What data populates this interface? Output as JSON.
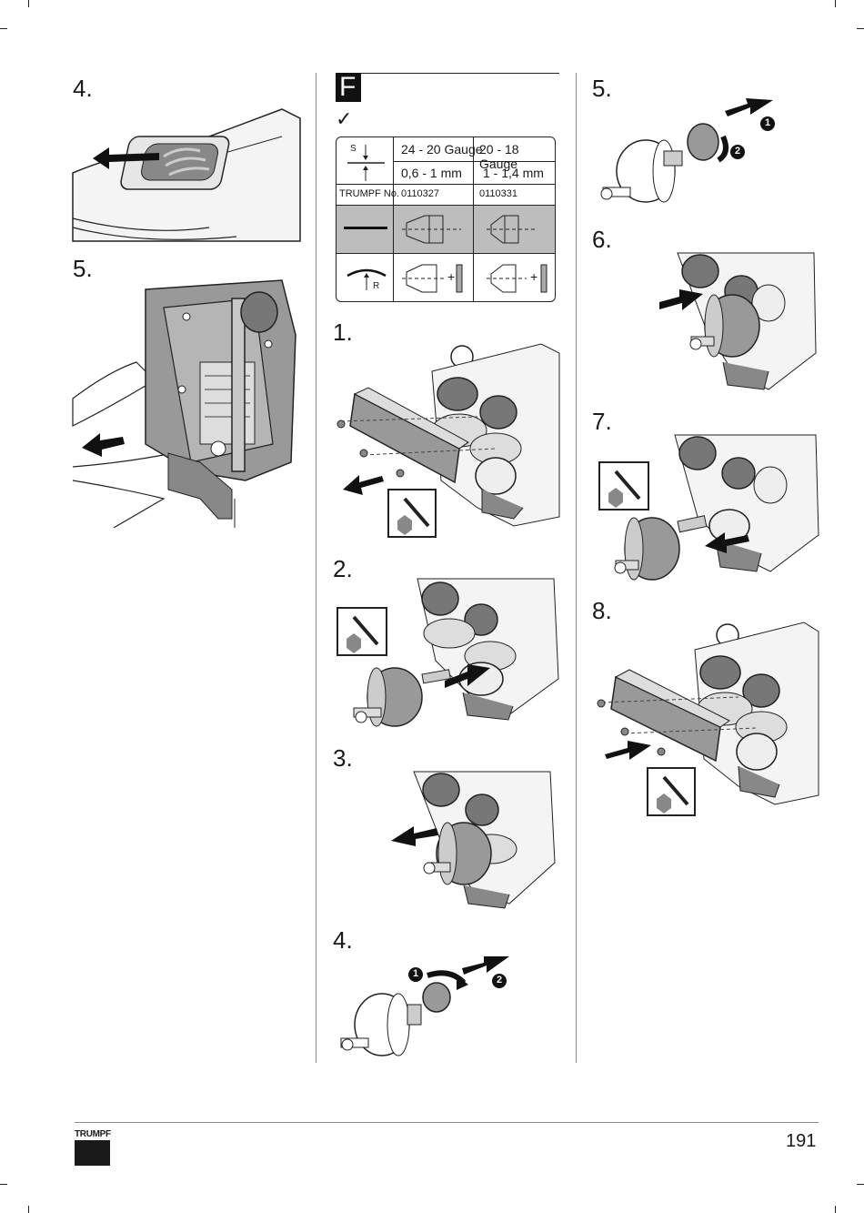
{
  "section": {
    "letter": "F",
    "check": "✓"
  },
  "left_col": {
    "steps": [
      "4.",
      "5."
    ]
  },
  "mid_col": {
    "steps": [
      "1.",
      "2.",
      "3.",
      "4."
    ]
  },
  "right_col": {
    "steps": [
      "5.",
      "6.",
      "7.",
      "8."
    ]
  },
  "table": {
    "s_label": "S",
    "r_label": "R",
    "col1_gauge": "24 - 20 Gauge",
    "col2_gauge": "20 - 18 Gauge",
    "col1_mm": "0,6 - 1 mm",
    "col2_mm": "1 - 1,4 mm",
    "part_no_label": "TRUMPF No.",
    "col1_part": "0110327",
    "col2_part": "0110331",
    "plus": "+"
  },
  "callouts": {
    "one": "1",
    "two": "2"
  },
  "footer": {
    "brand": "TRUMPF",
    "page_number": "191"
  }
}
